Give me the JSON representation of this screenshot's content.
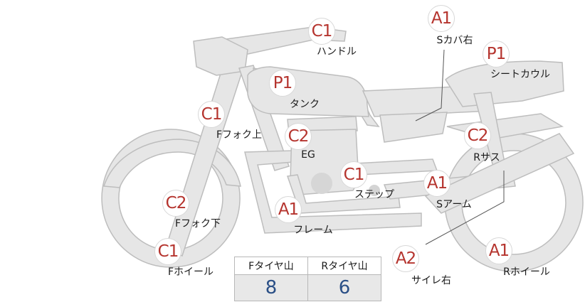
{
  "parts": [
    {
      "id": "handle",
      "grade": "C1",
      "label": "ハンドル"
    },
    {
      "id": "side-cover-right",
      "grade": "A1",
      "label": "Sカバ右"
    },
    {
      "id": "seat-cowl",
      "grade": "P1",
      "label": "シートカウル"
    },
    {
      "id": "tank",
      "grade": "P1",
      "label": "タンク"
    },
    {
      "id": "front-fork-upper",
      "grade": "C1",
      "label": "Fフォク上"
    },
    {
      "id": "engine",
      "grade": "C2",
      "label": "EG"
    },
    {
      "id": "rear-suspension",
      "grade": "C2",
      "label": "Rサス"
    },
    {
      "id": "step",
      "grade": "C1",
      "label": "ステップ"
    },
    {
      "id": "swing-arm",
      "grade": "A1",
      "label": "Sアーム"
    },
    {
      "id": "front-fork-lower",
      "grade": "C2",
      "label": "Fフォク下"
    },
    {
      "id": "frame",
      "grade": "A1",
      "label": "フレーム"
    },
    {
      "id": "muffler-right",
      "grade": "A2",
      "label": "サイレ右"
    },
    {
      "id": "front-wheel",
      "grade": "C1",
      "label": "Fホイール"
    },
    {
      "id": "rear-wheel",
      "grade": "A1",
      "label": "Rホイール"
    }
  ],
  "tread_table": {
    "headers": [
      "Fタイヤ山",
      "Rタイヤ山"
    ],
    "values": [
      "8",
      "6"
    ]
  },
  "colors": {
    "grade": "#b5342e",
    "tread_value": "#2a4f86",
    "bike_fill": "#e6e6e6",
    "bike_stroke": "#bdbdbd"
  }
}
